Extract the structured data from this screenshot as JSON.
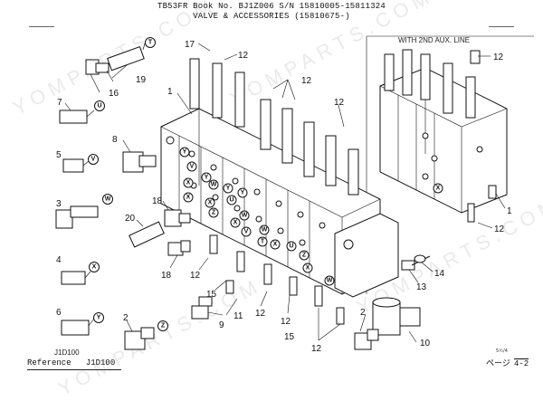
{
  "header": {
    "line1": "TB53FR  Book No. BJ1Z006  S/N 15810005-15811324",
    "line2": "VALVE & ACCESSORIES (15810675-)"
  },
  "aux_label": "WITH 2ND AUX. LINE",
  "footer": {
    "code": "J1D100",
    "reference_label": "Reference",
    "reference_code": "J1D100",
    "page_label": "ページ",
    "page_sub": "5½/4",
    "page_number": "4-2"
  },
  "watermark": "YOMPARTS.COM",
  "callouts": {
    "c1a": "1",
    "c1b": "1",
    "c2a": "2",
    "c2b": "2",
    "c3": "3",
    "c4": "4",
    "c5": "5",
    "c6": "6",
    "c7": "7",
    "c8": "8",
    "c9": "9",
    "c10": "10",
    "c11": "11",
    "c12a": "12",
    "c12b": "12",
    "c12c": "12",
    "c12d": "12",
    "c12e": "12",
    "c12f": "12",
    "c12g": "12",
    "c12h": "12",
    "c12i": "12",
    "c13": "13",
    "c14": "14",
    "c15a": "15",
    "c15b": "15",
    "c16": "16",
    "c17": "17",
    "c18a": "18",
    "c18b": "18",
    "c19": "19",
    "c20": "20"
  },
  "letters": {
    "T": "T",
    "U": "U",
    "V": "V",
    "W": "W",
    "X": "X",
    "Y": "Y",
    "Z": "Z"
  }
}
